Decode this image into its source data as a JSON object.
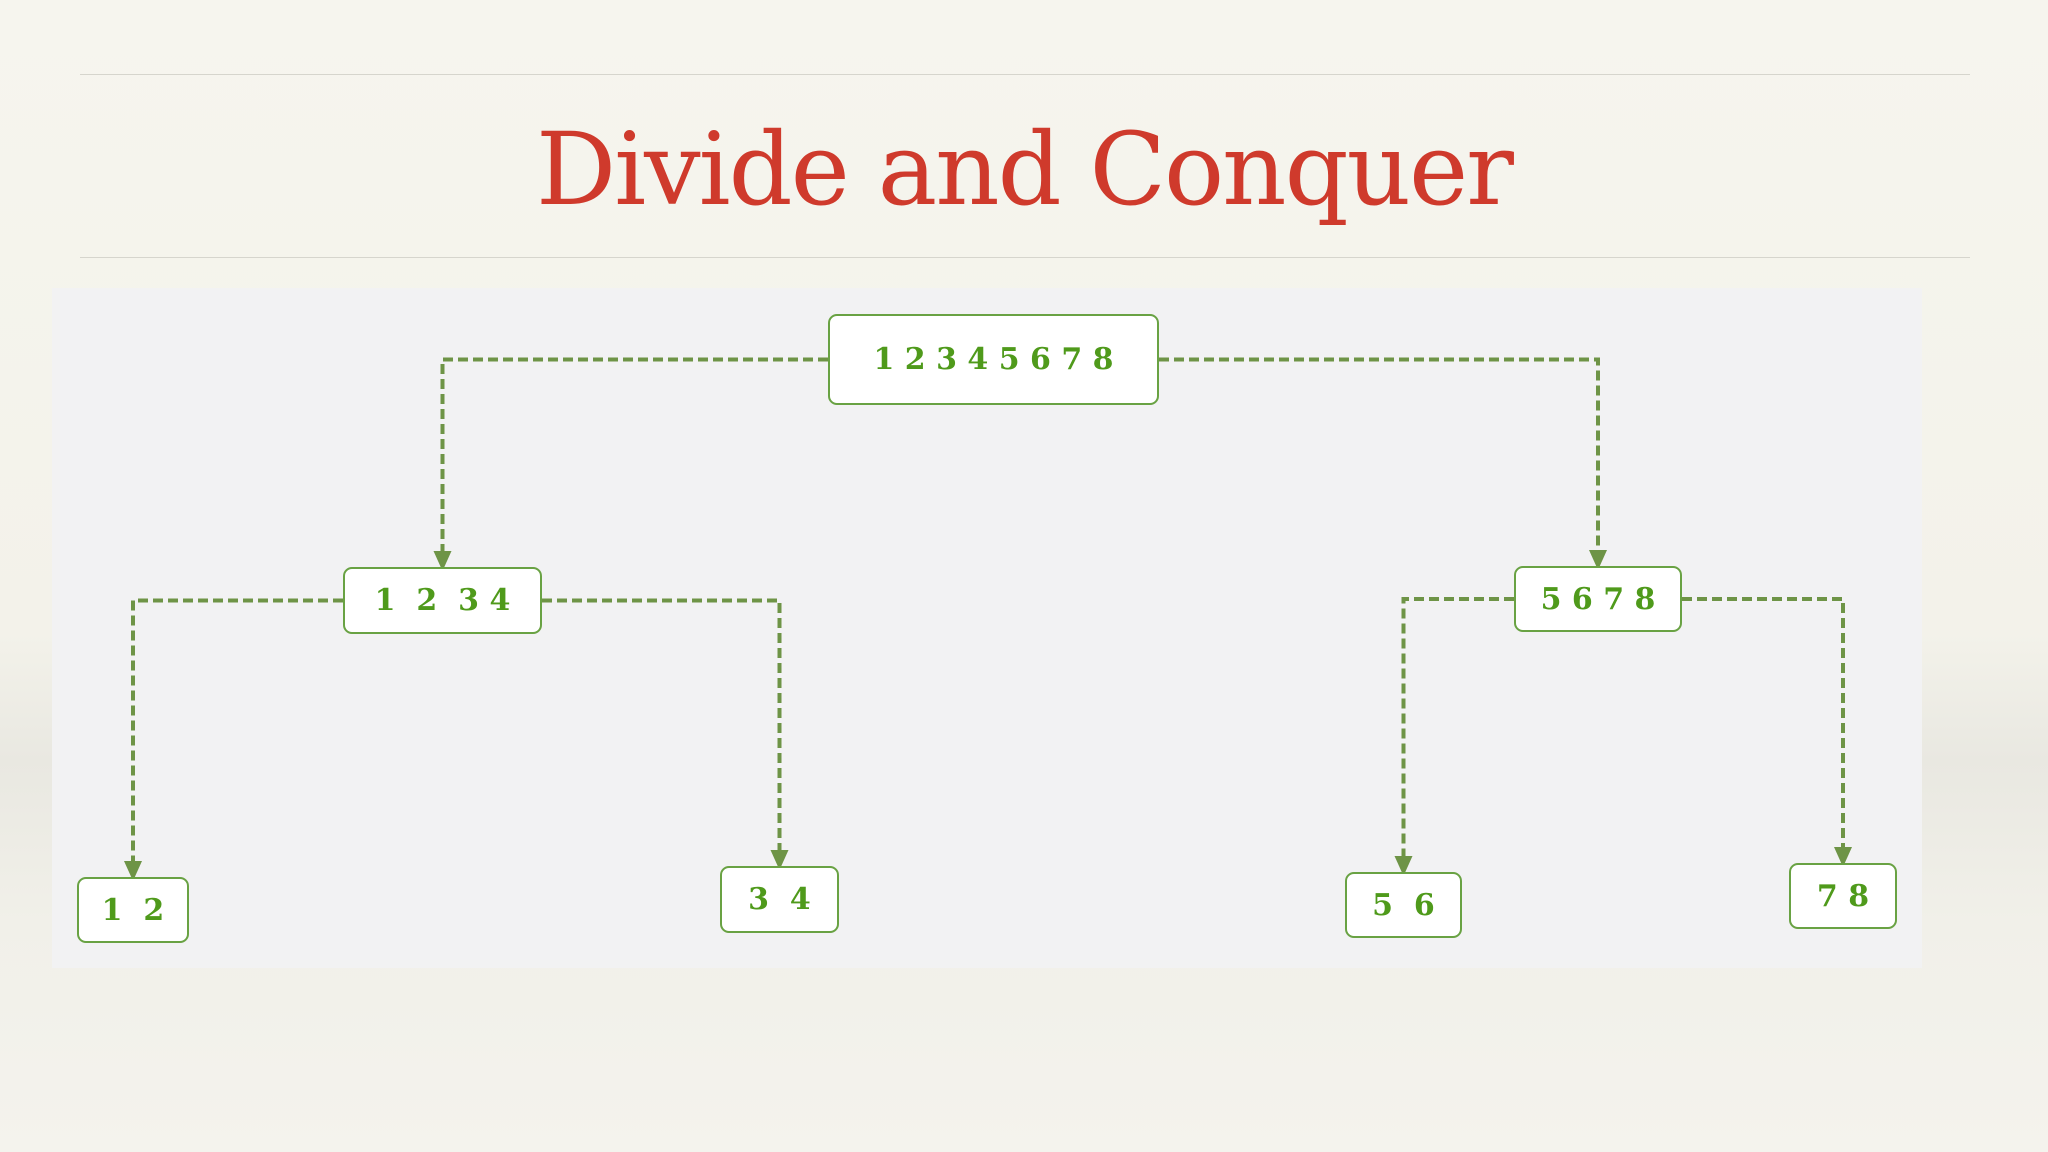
{
  "slide": {
    "title": "Divide and Conquer"
  },
  "diagram": {
    "connector_color": "#6e9446",
    "node_border_color": "#69a243",
    "node_text_color": "#4f9a1b",
    "nodes": {
      "root": "1 2 3 4 5 6 7 8",
      "left": "1  2  3 4",
      "right": "5 6 7 8",
      "leaf_1_2": "1  2",
      "leaf_3_4": "3  4",
      "leaf_5_6": "5  6",
      "leaf_7_8": "7 8"
    },
    "edges": [
      {
        "from": "root",
        "to": "left"
      },
      {
        "from": "root",
        "to": "right"
      },
      {
        "from": "left",
        "to": "leaf_1_2"
      },
      {
        "from": "left",
        "to": "leaf_3_4"
      },
      {
        "from": "right",
        "to": "leaf_5_6"
      },
      {
        "from": "right",
        "to": "leaf_7_8"
      }
    ]
  }
}
